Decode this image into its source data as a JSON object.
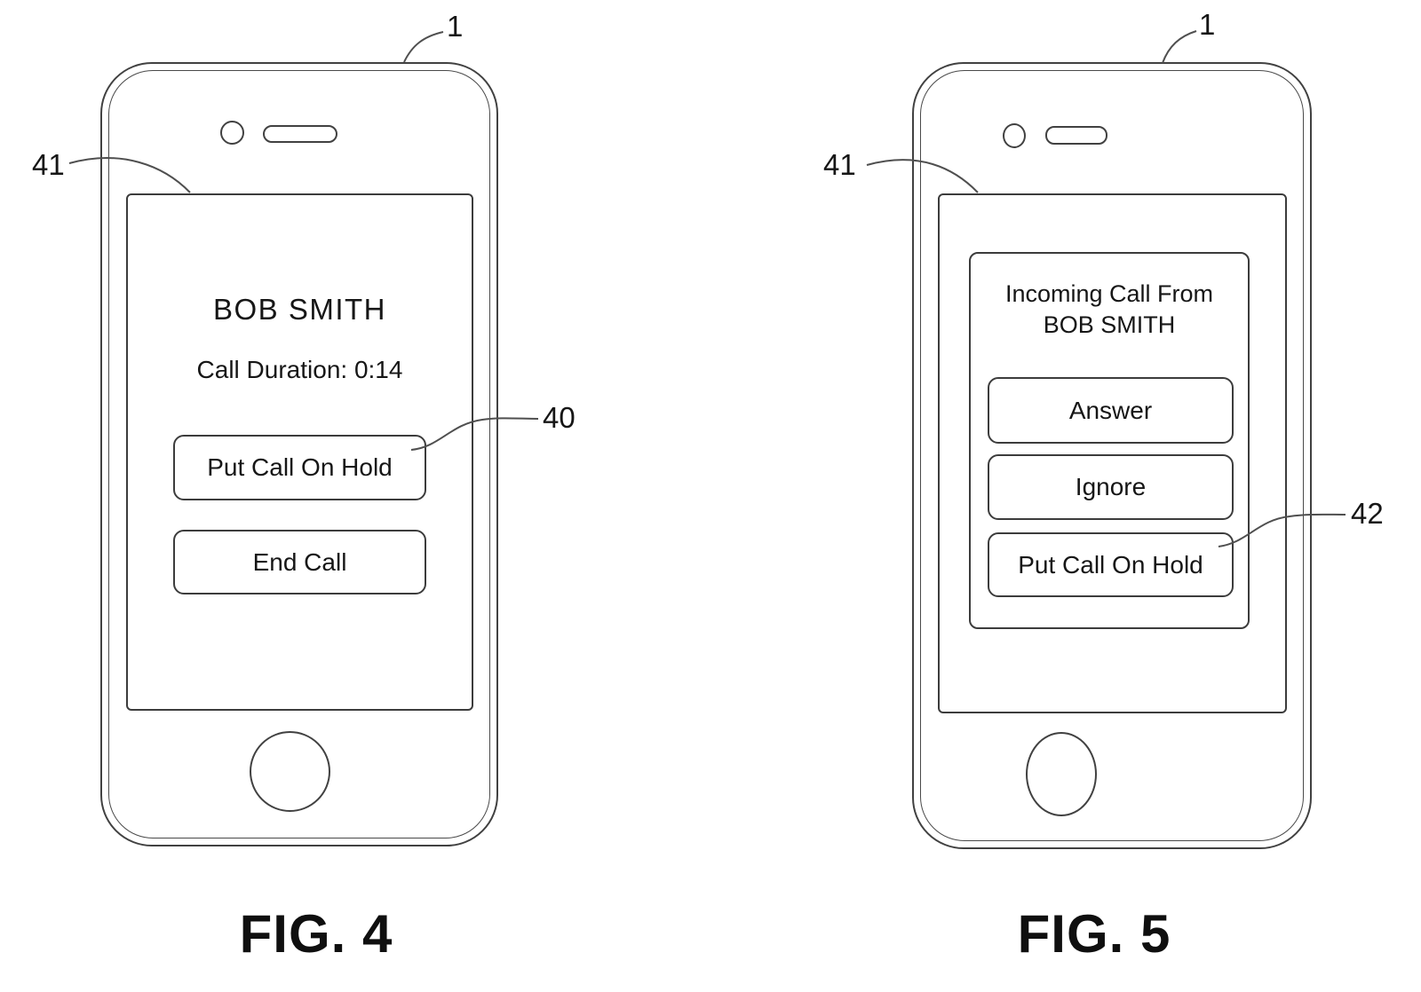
{
  "figures": [
    {
      "caption": "FIG. 4",
      "ref_device": "1",
      "ref_screen": "41",
      "ref_button": "40",
      "screen": {
        "caller_name": "BOB SMITH",
        "call_duration": "Call Duration: 0:14",
        "hold_button": "Put Call On Hold",
        "end_button": "End Call"
      }
    },
    {
      "caption": "FIG. 5",
      "ref_device": "1",
      "ref_screen": "41",
      "ref_button": "42",
      "screen": {
        "title_line1": "Incoming Call From",
        "title_line2": "BOB SMITH",
        "answer_button": "Answer",
        "ignore_button": "Ignore",
        "hold_button": "Put Call On Hold"
      }
    }
  ],
  "icons": {
    "camera": "front-camera",
    "speaker": "earpiece-speaker",
    "home": "home-button"
  },
  "colors": {
    "line": "#414141",
    "text": "#161616",
    "background": "#ffffff"
  }
}
